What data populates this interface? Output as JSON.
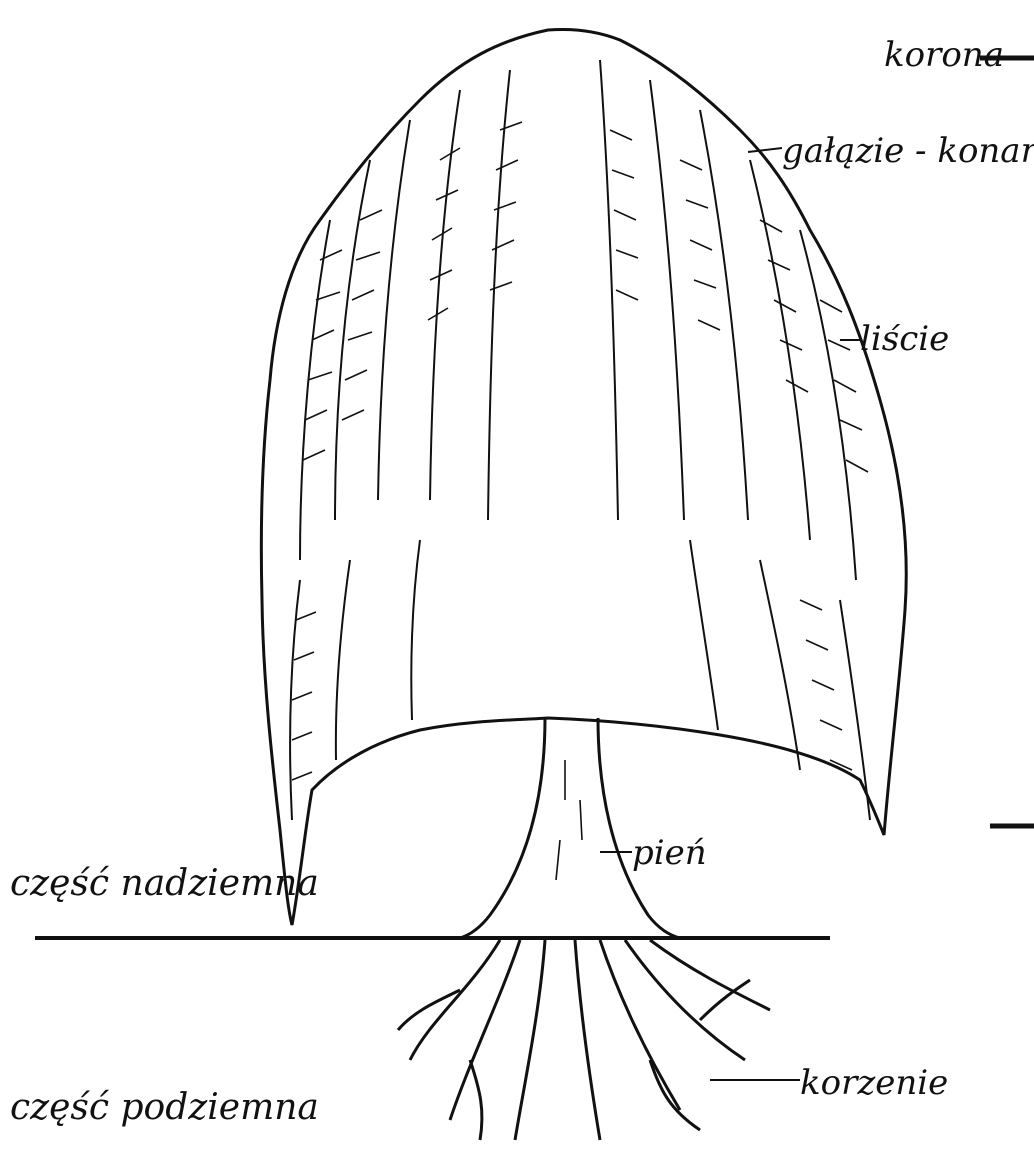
{
  "diagram": {
    "labels": {
      "crown": "korona",
      "branches": "gałązie - konary",
      "leaves": "liście",
      "trunk": "pień",
      "roots": "korzenie",
      "above_ground": "część nadziemna",
      "below_ground": "część podziemna"
    },
    "colors": {
      "ink": "#111111",
      "background": "#ffffff"
    }
  }
}
